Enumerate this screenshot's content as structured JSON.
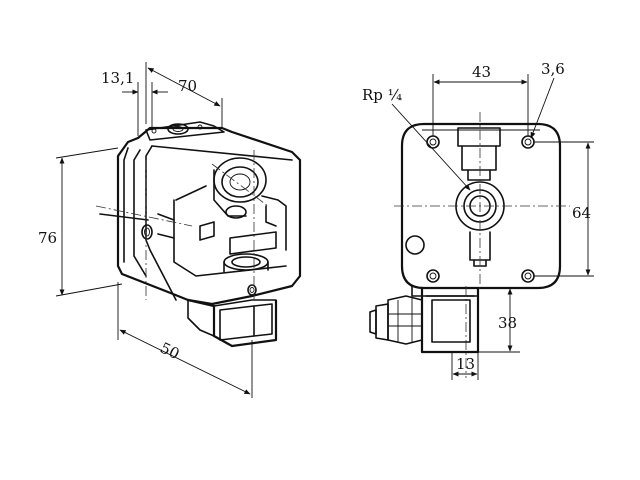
{
  "dimensions": {
    "d1": "13,1",
    "d2": "70",
    "d3": "76",
    "d4": "50",
    "d5": "43",
    "d6": "3,6",
    "d7": "64",
    "d8": "38",
    "d9": "13",
    "thread": "Rp ¼"
  }
}
